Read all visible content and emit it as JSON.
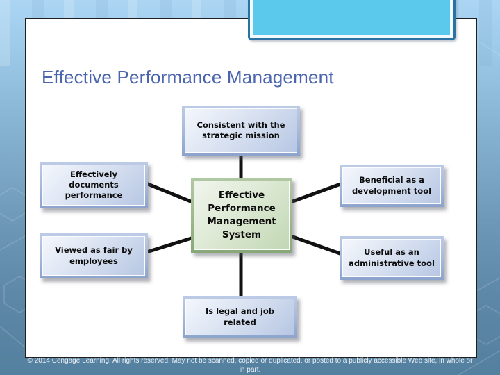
{
  "slide": {
    "title": "Effective Performance Management",
    "footer": "© 2014 Cengage Learning. All rights reserved. May not be scanned, copied or duplicated, or posted to a publicly accessible Web site, in whole or in part."
  },
  "diagram": {
    "center": {
      "label": "Effective Performance Management System"
    },
    "nodes": [
      {
        "id": "top",
        "label": "Consistent with the strategic mission"
      },
      {
        "id": "left1",
        "label": "Effectively documents performance"
      },
      {
        "id": "left2",
        "label": "Viewed as fair by employees"
      },
      {
        "id": "right1",
        "label": "Beneficial as a development tool"
      },
      {
        "id": "right2",
        "label": "Useful as an administrative tool"
      },
      {
        "id": "bottom",
        "label": "Is legal and job related"
      }
    ]
  },
  "colors": {
    "title_text": "#4a64ae",
    "accent_tab_fill": "#5ac9ec",
    "accent_tab_border": "#2b73a5",
    "node_blue_light": "#eef3fa",
    "node_blue_dark": "#8ca3cd",
    "node_green_light": "#eef4ea",
    "node_green_dark": "#88a878",
    "connector": "#111111",
    "background_top": "#abd5f3",
    "background_bottom": "#54809f",
    "footer_text": "#eaf1f6"
  }
}
